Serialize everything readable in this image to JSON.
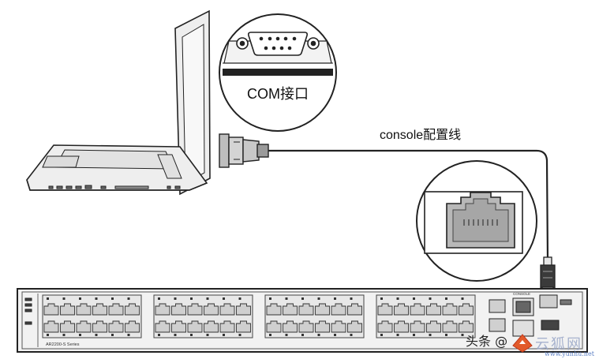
{
  "labels": {
    "com_port": "COM接口",
    "console_cable": "console配置线",
    "switch_model": "AR2200-S Series",
    "console_port": "CONSOLE"
  },
  "watermark": {
    "author": "头条 @",
    "site_name": "云狐网",
    "site_url": "www.yunhu.net"
  },
  "switch": {
    "port_groups": 4,
    "ports_per_group": 12,
    "uplink_ports": 4
  },
  "colors": {
    "line": "#222222",
    "port_fill": "#cfcfcf",
    "port_magnify_fill": "#b8b8b8",
    "laptop_body": "#eeeeee",
    "switch_body": "#f2f2f2",
    "watermark_logo": "#e25a2a",
    "watermark_url": "#5b7fc4"
  }
}
